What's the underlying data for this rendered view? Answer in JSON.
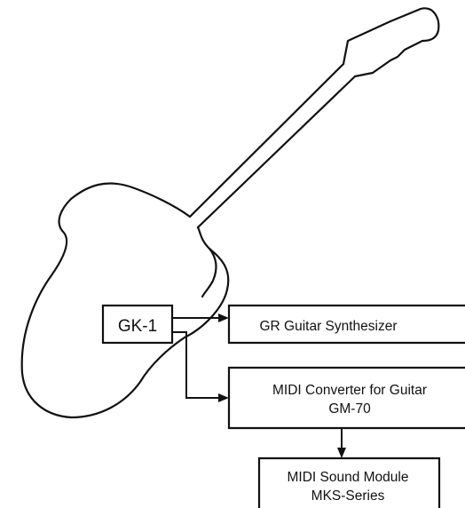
{
  "diagram": {
    "gk1": {
      "label": "GK-1"
    },
    "gr_synth": {
      "label": "GR Guitar Synthesizer"
    },
    "midi_converter": {
      "line1": "MIDI Converter for Guitar",
      "line2": "GM-70"
    },
    "sound_module": {
      "line1": "MIDI Sound Module",
      "line2": "MKS-Series"
    }
  }
}
